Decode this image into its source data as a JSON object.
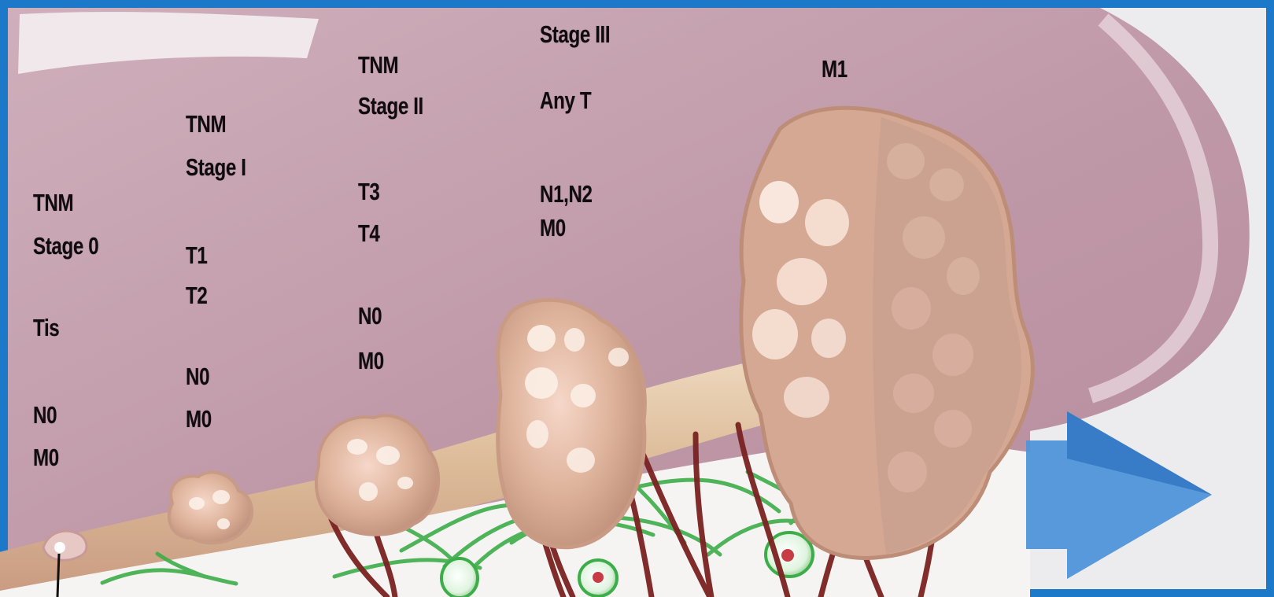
{
  "stages": {
    "stage0": {
      "tnm": "TNM",
      "stage": "Stage 0",
      "t": "Tis",
      "n": "N0",
      "m": "M0"
    },
    "stage1": {
      "tnm": "TNM",
      "stage": "Stage I",
      "t1": "T1",
      "t2": "T2",
      "n": "N0",
      "m": "M0"
    },
    "stage2": {
      "tnm": "TNM",
      "stage": "Stage II",
      "t3": "T3",
      "t4": "T4",
      "n": "N0",
      "m": "M0"
    },
    "stage3": {
      "stage": "Stage III",
      "t": "Any T",
      "n": "N1,N2",
      "m": "M0"
    },
    "stage4": {
      "m": "M1"
    }
  },
  "colors": {
    "frame": "#1c78c8",
    "mucosa": "#c59aa8",
    "tumor": "#d7aa91",
    "vessel": "#7b2423",
    "lymph": "#3dad49",
    "arrow": "#4f95d8"
  }
}
